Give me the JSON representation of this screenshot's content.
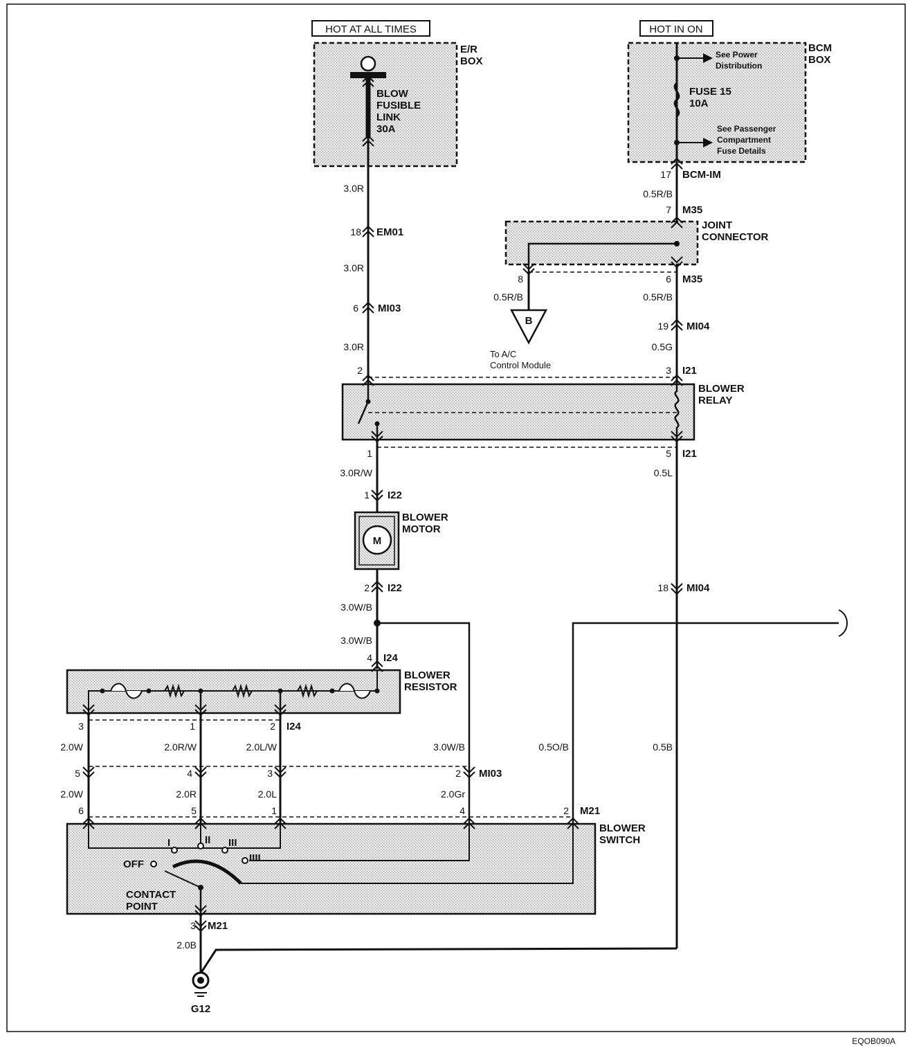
{
  "supply": {
    "hot_at_all_times": "HOT AT ALL TIMES",
    "hot_in_on": "HOT IN ON"
  },
  "er_box": {
    "label_line1": "E/R",
    "label_line2": "BOX",
    "fuse_line1": "BLOW",
    "fuse_line2": "FUSIBLE",
    "fuse_line3": "LINK",
    "fuse_line4": "30A"
  },
  "bcm_box": {
    "label_line1": "BCM",
    "label_line2": "BOX",
    "see_power_line1": "See Power",
    "see_power_line2": "Distribution",
    "fuse_line1": "FUSE 15",
    "fuse_line2": "10A",
    "see_pass_line1": "See Passenger",
    "see_pass_line2": "Compartment",
    "see_pass_line3": "Fuse Details"
  },
  "joint_connector": {
    "line1": "JOINT",
    "line2": "CONNECTOR"
  },
  "ac_module": {
    "symbol": "B",
    "line1": "To A/C",
    "line2": "Control Module"
  },
  "blower_relay": {
    "line1": "BLOWER",
    "line2": "RELAY"
  },
  "blower_motor": {
    "line1": "BLOWER",
    "line2": "MOTOR",
    "symbol": "M"
  },
  "blower_resistor": {
    "line1": "BLOWER",
    "line2": "RESISTOR"
  },
  "blower_switch": {
    "line1": "BLOWER",
    "line2": "SWITCH",
    "off": "OFF",
    "contact_line1": "CONTACT",
    "contact_line2": "POINT",
    "speed_1": "I",
    "speed_2": "II",
    "speed_3": "III",
    "speed_4": "IIII"
  },
  "ground": "G12",
  "wires": {
    "w_3_0R_a": "3.0R",
    "w_3_0R_b": "3.0R",
    "w_3_0R_c": "3.0R",
    "w_0_5RB_a": "0.5R/B",
    "w_0_5RB_b": "0.5R/B",
    "w_0_5RB_c": "0.5R/B",
    "w_0_5G": "0.5G",
    "w_3_0RW": "3.0R/W",
    "w_0_5L": "0.5L",
    "w_3_0WB_a": "3.0W/B",
    "w_3_0WB_b": "3.0W/B",
    "w_3_0WB_c": "3.0W/B",
    "w_2_0W_a": "2.0W",
    "w_2_0W_b": "2.0W",
    "w_2_0RW": "2.0R/W",
    "w_2_0LW": "2.0L/W",
    "w_2_0R": "2.0R",
    "w_2_0L": "2.0L",
    "w_2_0Gr": "2.0Gr",
    "w_0_5OB": "0.5O/B",
    "w_0_5B": "0.5B",
    "w_2_0B": "2.0B"
  },
  "connectors": {
    "em01": "EM01",
    "mi03": "MI03",
    "bcm_im": "BCM-IM",
    "m35": "M35",
    "mi04": "MI04",
    "i21": "I21",
    "i22": "I22",
    "i24": "I24",
    "m21": "M21"
  },
  "pins": {
    "p18_em01": "18",
    "p6_mi03": "6",
    "p17_bcm": "17",
    "p7_m35": "7",
    "p8_m35": "8",
    "p6_m35": "6",
    "p19_mi04": "19",
    "p2_i21": "2",
    "p3_i21": "3",
    "p1_i21": "1",
    "p5_i21": "5",
    "p1_i22": "1",
    "p2_i22": "2",
    "p18_mi04": "18",
    "p4_i24": "4",
    "p3_i24": "3",
    "p1_i24": "1",
    "p2_i24": "2",
    "p5_mi03": "5",
    "p4_mi03": "4",
    "p3_mi03": "3",
    "p2_mi03": "2",
    "p6_m21": "6",
    "p5_m21": "5",
    "p1_m21": "1",
    "p4_m21": "4",
    "p2_m21": "2",
    "p3_m21": "3"
  },
  "figure_code": "EQOB090A"
}
